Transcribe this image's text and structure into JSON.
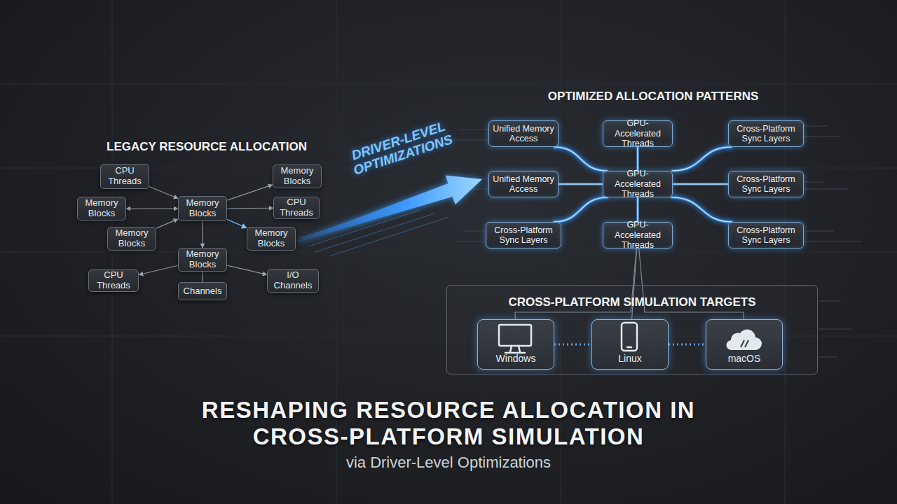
{
  "diagram": {
    "title": "RESHAPING RESOURCE ALLOCATION IN CROSS-PLATFORM SIMULATION",
    "caption": "via Driver-Level Optimizations",
    "nodes": [
      {
        "text": [
          "CPU Threads"
        ]
      },
      {
        "text": [
          "Memory Blocks"
        ]
      },
      {
        "text": [
          "Memory Blocks"
        ]
      },
      {
        "text": [
          "Memory Blocks"
        ]
      },
      {
        "text": [
          "Memory Blocks"
        ]
      },
      {
        "text": [
          "CPU Threads"
        ]
      },
      {
        "text": [
          "Memory Blocks"
        ]
      },
      {
        "text": [
          "Memory Blocks"
        ]
      },
      {
        "text": [
          "CPU Threads"
        ]
      },
      {
        "text": [
          "Channels"
        ]
      },
      {
        "text": [
          "I/O Channels"
        ]
      },
      {
        "text": [
          "Unified Memory Access"
        ]
      },
      {
        "text": [
          "GPU-Accelerated Threads"
        ]
      },
      {
        "text": [
          "Cross-Platform Sync Layers"
        ]
      },
      {
        "text": [
          "Unified Memory Access"
        ]
      },
      {
        "text": [
          "GPU-Accelerated Threads"
        ]
      },
      {
        "text": [
          "Cross-Platform Sync Layers"
        ]
      },
      {
        "text": [
          "Cross-Platform Sync Layers"
        ]
      },
      {
        "text": [
          "GPU-Accelerated Threads"
        ]
      },
      {
        "text": [
          "Cross-Platform Sync Layers"
        ]
      },
      {
        "text": [
          "CROSS-PLATFORM SIMULATION TARGETS"
        ]
      },
      {
        "text": [
          "Windows"
        ],
        "in": 20
      },
      {
        "text": [
          "Linux"
        ],
        "in": 20
      },
      {
        "text": [
          "macOS"
        ],
        "in": 20
      }
    ],
    "edges": [
      {
        "from": 0,
        "to": 3,
        "arrow": "to"
      },
      {
        "from": 1,
        "to": 3,
        "arrow": "both"
      },
      {
        "from": 2,
        "to": 3,
        "arrow": "to"
      },
      {
        "from": 3,
        "to": 4,
        "arrow": "to"
      },
      {
        "from": 3,
        "to": 5,
        "arrow": "to"
      },
      {
        "from": 3,
        "to": 6,
        "arrow": "to"
      },
      {
        "from": 3,
        "to": 7,
        "arrow": "to"
      },
      {
        "from": 7,
        "to": 8,
        "arrow": "to"
      },
      {
        "from": 7,
        "to": 9,
        "arrow": "none"
      },
      {
        "from": 7,
        "to": 10,
        "arrow": "to"
      },
      {
        "from": 11,
        "to": 15,
        "arrow": "none"
      },
      {
        "from": 12,
        "to": 15,
        "arrow": "none"
      },
      {
        "from": 13,
        "to": 15,
        "arrow": "none"
      },
      {
        "from": 14,
        "to": 15,
        "arrow": "none"
      },
      {
        "from": 16,
        "to": 15,
        "arrow": "none"
      },
      {
        "from": 17,
        "to": 15,
        "arrow": "none"
      },
      {
        "from": 18,
        "to": 15,
        "arrow": "none"
      },
      {
        "from": 19,
        "to": 15,
        "arrow": "none"
      },
      {
        "from": 18,
        "to": 21,
        "arrow": "none"
      },
      {
        "from": 18,
        "to": 22,
        "arrow": "none"
      },
      {
        "from": 18,
        "to": 23,
        "arrow": "none"
      },
      {
        "from": 21,
        "to": 22,
        "arrow": "none"
      },
      {
        "from": 22,
        "to": 23,
        "arrow": "none"
      }
    ],
    "labels": [
      "LEGACY RESOURCE ALLOCATION",
      "DRIVER-LEVEL OPTIMIZATIONS",
      "OPTIMIZED ALLOCATION PATTERNS"
    ]
  }
}
